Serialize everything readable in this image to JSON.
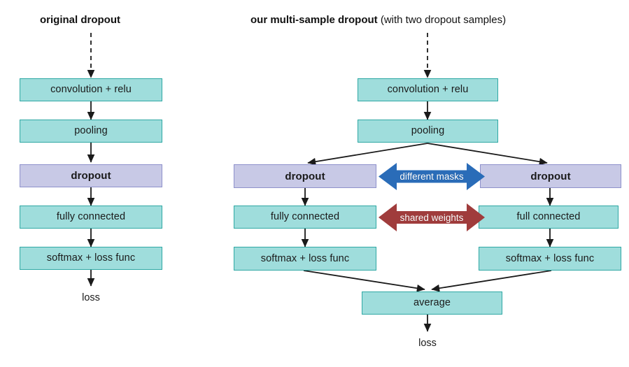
{
  "figure": {
    "left_title": "original dropout",
    "right_title_bold": "our multi-sample dropout",
    "right_title_rest": " (with two dropout samples)"
  },
  "colors": {
    "teal_fill": "#9fdddc",
    "teal_border": "#2fa8a4",
    "purple_fill": "#c8c9e6",
    "purple_border": "#8e91cb",
    "blue_arrow": "#2a6cb8",
    "red_arrow": "#a03c3c",
    "edge": "#1a1a1a"
  },
  "left_pipeline": {
    "nodes": [
      {
        "id": "conv",
        "label": "convolution + relu",
        "kind": "teal"
      },
      {
        "id": "pool",
        "label": "pooling",
        "kind": "teal"
      },
      {
        "id": "dropout",
        "label": "dropout",
        "kind": "purple"
      },
      {
        "id": "fc",
        "label": "fully connected",
        "kind": "teal"
      },
      {
        "id": "softmax",
        "label": "softmax + loss func",
        "kind": "teal"
      }
    ],
    "output_label": "loss"
  },
  "right_pipeline": {
    "shared": [
      {
        "id": "conv",
        "label": "convolution + relu",
        "kind": "teal"
      },
      {
        "id": "pool",
        "label": "pooling",
        "kind": "teal"
      }
    ],
    "branch_left": [
      {
        "id": "dropout-l",
        "label": "dropout",
        "kind": "purple"
      },
      {
        "id": "fc-l",
        "label": "fully connected",
        "kind": "teal"
      },
      {
        "id": "softmax-l",
        "label": "softmax + loss func",
        "kind": "teal"
      }
    ],
    "branch_right": [
      {
        "id": "dropout-r",
        "label": "dropout",
        "kind": "purple"
      },
      {
        "id": "fc-r",
        "label": "full connected",
        "kind": "teal"
      },
      {
        "id": "softmax-r",
        "label": "softmax + loss func",
        "kind": "teal"
      }
    ],
    "merge": {
      "id": "average",
      "label": "average",
      "kind": "teal"
    },
    "output_label": "loss",
    "annotations": [
      {
        "id": "different-masks",
        "label": "different masks",
        "color": "#2a6cb8"
      },
      {
        "id": "shared-weights",
        "label": "shared weights",
        "color": "#a03c3c"
      }
    ]
  }
}
